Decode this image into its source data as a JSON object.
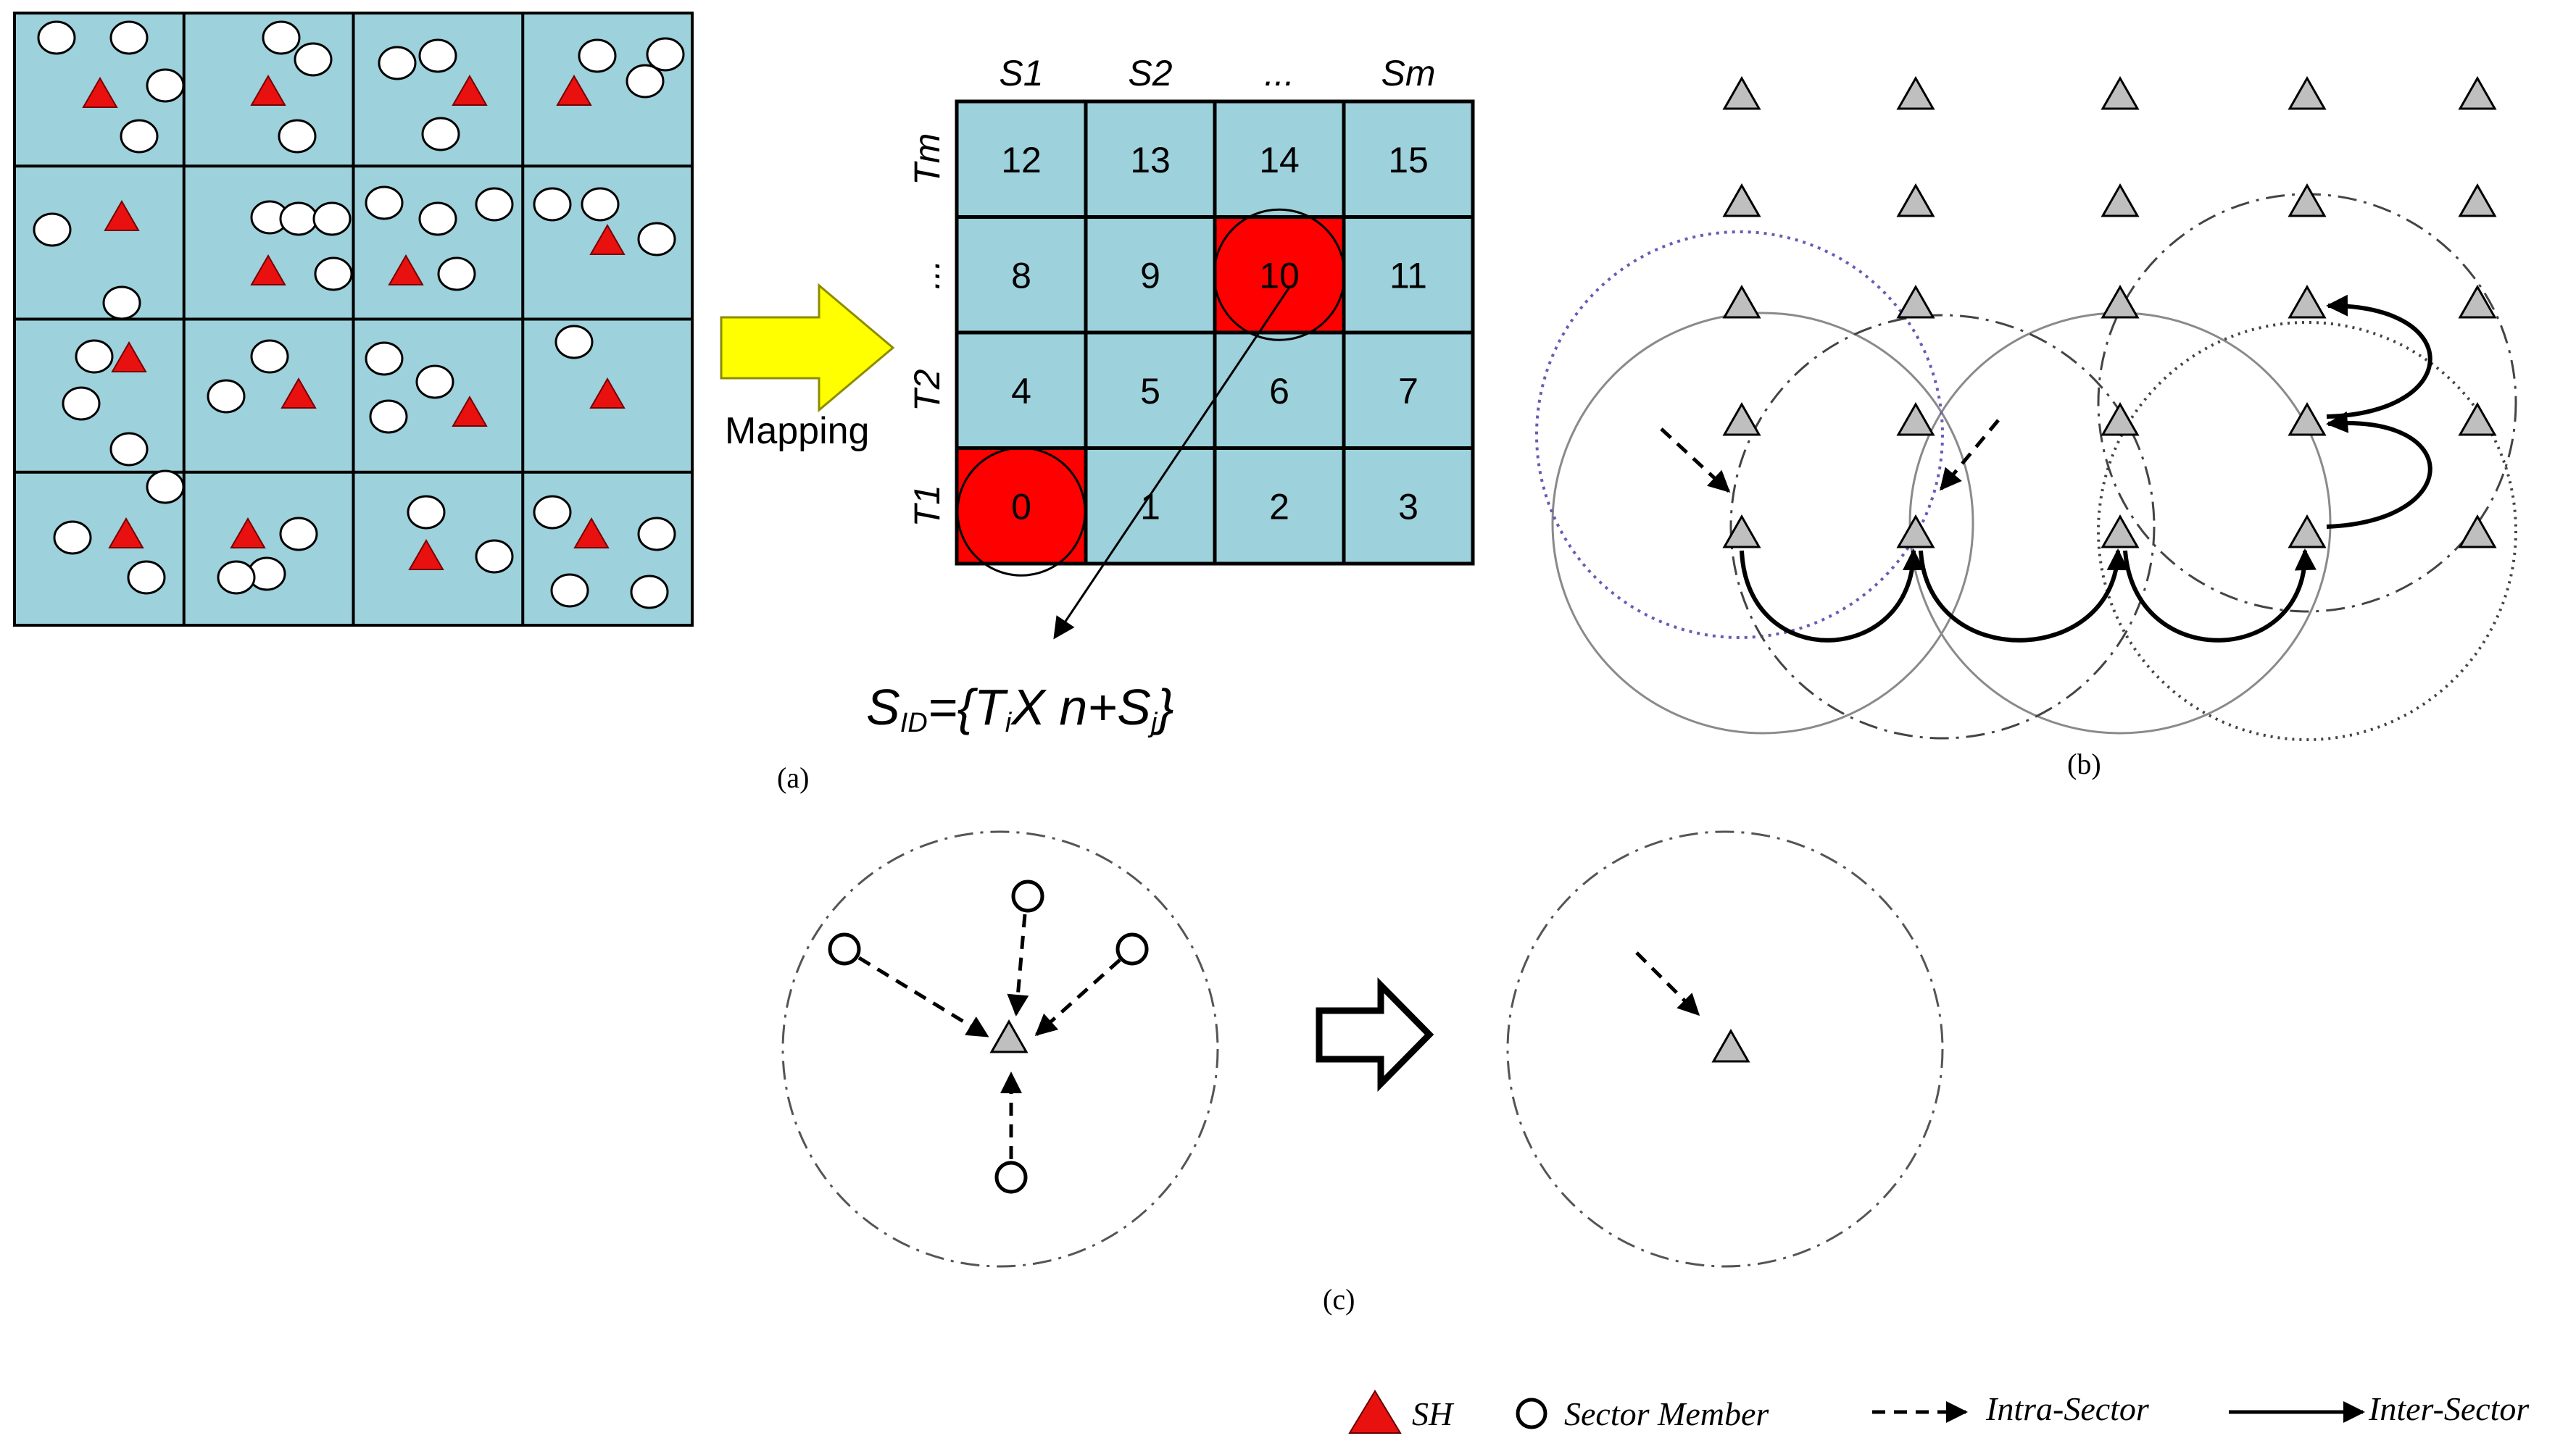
{
  "colors": {
    "cell_fill": "#9DD1DB",
    "highlight_fill": "#FF0000",
    "sector_head": "#E8110F",
    "gray_head": "#BFBFBF",
    "arrow_fill": "#FFFF00",
    "purple_dotted": "#6B5BB5"
  },
  "panel_a": {
    "caption": "(a)",
    "mapping_label": "Mapping",
    "column_headers": [
      "S1",
      "S2",
      "...",
      "Sm"
    ],
    "row_headers": [
      "Tm",
      "...",
      "T2",
      "T1"
    ],
    "cell_ids": [
      [
        "12",
        "13",
        "14",
        "15"
      ],
      [
        "8",
        "9",
        "10",
        "11"
      ],
      [
        "4",
        "5",
        "6",
        "7"
      ],
      [
        "0",
        "1",
        "2",
        "3"
      ]
    ],
    "highlighted_cells": [
      "0",
      "10"
    ],
    "formula": {
      "s": "S",
      "id_sub": "ID",
      "eq_open": "={T",
      "i_sub": "i",
      "mid": "X n+S",
      "j_sub": "j",
      "close": "}"
    }
  },
  "panel_b": {
    "caption": "(b)"
  },
  "panel_c": {
    "caption": "(c)"
  },
  "legend": {
    "sh": "SH",
    "member": "Sector Member",
    "intra": "Intra-Sector",
    "inter": "Inter-Sector"
  }
}
